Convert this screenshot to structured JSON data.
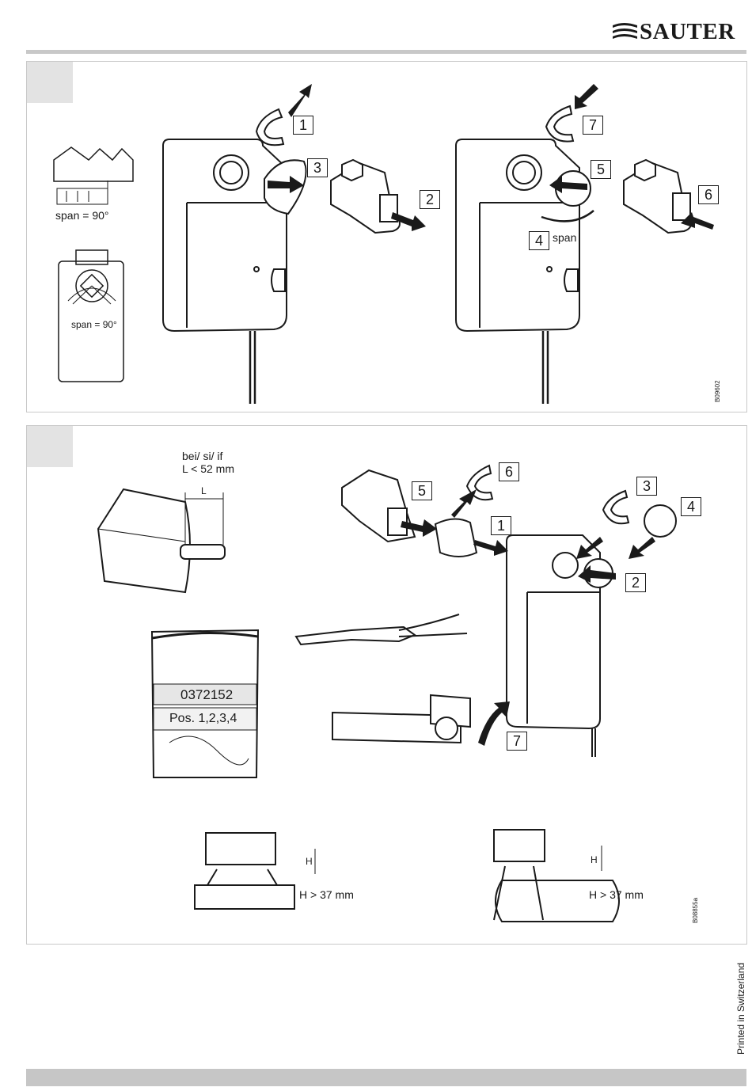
{
  "header": {
    "brand": "SAUTER"
  },
  "panel_top": {
    "labels": {
      "span_house": "span = 90°",
      "span_plate": "span = 90°",
      "span_arrow": "span"
    },
    "steps": [
      "1",
      "2",
      "3",
      "4",
      "5",
      "6",
      "7"
    ],
    "drawing_code": "B09602"
  },
  "panel_bottom": {
    "shaft_note_line1": "bei/ si/ if",
    "shaft_note_line2": "L < 52 mm",
    "shaft_dim": "L",
    "bag_code": "0372152",
    "bag_pos": "Pos. 1,2,3,4",
    "steps": [
      "1",
      "2",
      "3",
      "4",
      "5",
      "6",
      "7"
    ],
    "height_dim": "H",
    "height_note": "H > 37 mm",
    "drawing_code": "B08855a"
  },
  "footer": {
    "printed": "Printed in Switzerland"
  }
}
